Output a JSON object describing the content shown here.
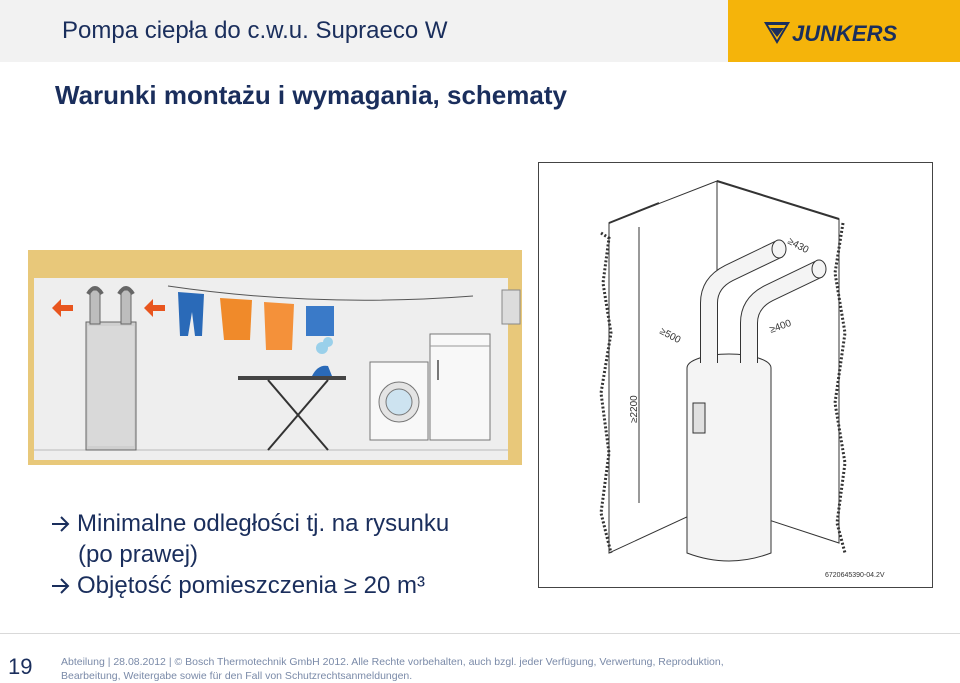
{
  "header": {
    "title": "Pompa ciepła do c.w.u. Supraeco W",
    "logo_text": "JUNKERS",
    "accent_color": "#f5b40a",
    "text_color": "#1a2e5c"
  },
  "slide": {
    "heading": "Warunki montażu i wymagania, schematy",
    "bullets": [
      {
        "icon": "arrow-right-icon",
        "line1": "Minimalne odległości tj. na rysunku",
        "line2": "(po prawej)"
      },
      {
        "icon": "arrow-right-icon",
        "line1": "Objętość pomieszczenia ≥ 20 m³"
      }
    ]
  },
  "diagram": {
    "dim_top": "≥430",
    "dim_left": "≥500",
    "dim_right": "≥400",
    "dim_height": "≥2200",
    "code": "6720645390-04.2V"
  },
  "footer": {
    "page_number": "19",
    "line1": "Abteilung | 28.08.2012 | © Bosch Thermotechnik GmbH 2012. Alle Rechte vorbehalten, auch bzgl. jeder Verfügung, Verwertung, Reproduktion,",
    "line2": "Bearbeitung, Weitergabe sowie für den Fall von Schutzrechtsanmeldungen."
  }
}
